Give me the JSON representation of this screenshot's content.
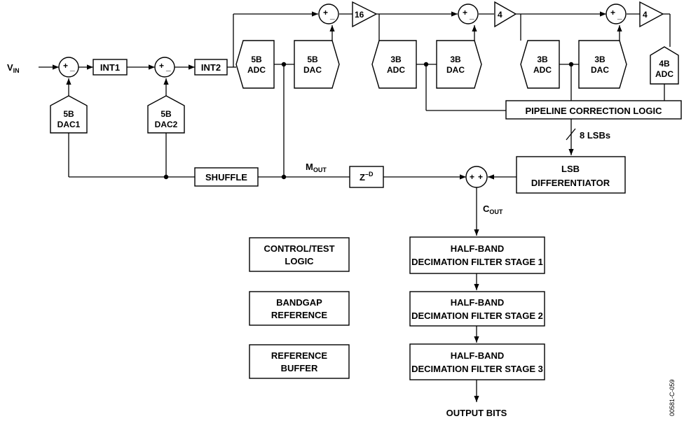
{
  "input": {
    "label": "V",
    "subscript": "IN"
  },
  "blocks": {
    "int1": "INT1",
    "int2": "INT2",
    "adc_5b": [
      "5B",
      "ADC"
    ],
    "dac_5b": [
      "5B",
      "DAC"
    ],
    "dac1": [
      "5B",
      "DAC1"
    ],
    "dac2": [
      "5B",
      "DAC2"
    ],
    "gain_1": "16",
    "gain_2": "4",
    "gain_3": "4",
    "adc_3b_1": [
      "3B",
      "ADC"
    ],
    "dac_3b_1": [
      "3B",
      "DAC"
    ],
    "adc_3b_2": [
      "3B",
      "ADC"
    ],
    "dac_3b_2": [
      "3B",
      "DAC"
    ],
    "adc_4b": [
      "4B",
      "ADC"
    ],
    "pipeline": "PIPELINE CORRECTION LOGIC",
    "lsb_diff": [
      "LSB",
      "DIFFERENTIATOR"
    ],
    "shuffle": "SHUFFLE",
    "delay": "Z",
    "delay_sup": "–D",
    "control": [
      "CONTROL/TEST",
      "LOGIC"
    ],
    "bandgap": [
      "BANDGAP",
      "REFERENCE"
    ],
    "refbuf": [
      "REFERENCE",
      "BUFFER"
    ],
    "hb1": [
      "HALF-BAND",
      "DECIMATION FILTER STAGE 1"
    ],
    "hb2": [
      "HALF-BAND",
      "DECIMATION FILTER STAGE 2"
    ],
    "hb3": [
      "HALF-BAND",
      "DECIMATION FILTER STAGE 3"
    ]
  },
  "signals": {
    "lsbs": "8 LSBs",
    "mout": "M",
    "mout_sub": "OUT",
    "cout": "C",
    "cout_sub": "OUT",
    "output": "OUTPUT BITS"
  },
  "summers": {
    "plus": "+",
    "minus": "_"
  },
  "figure_id": "00581-C-059"
}
